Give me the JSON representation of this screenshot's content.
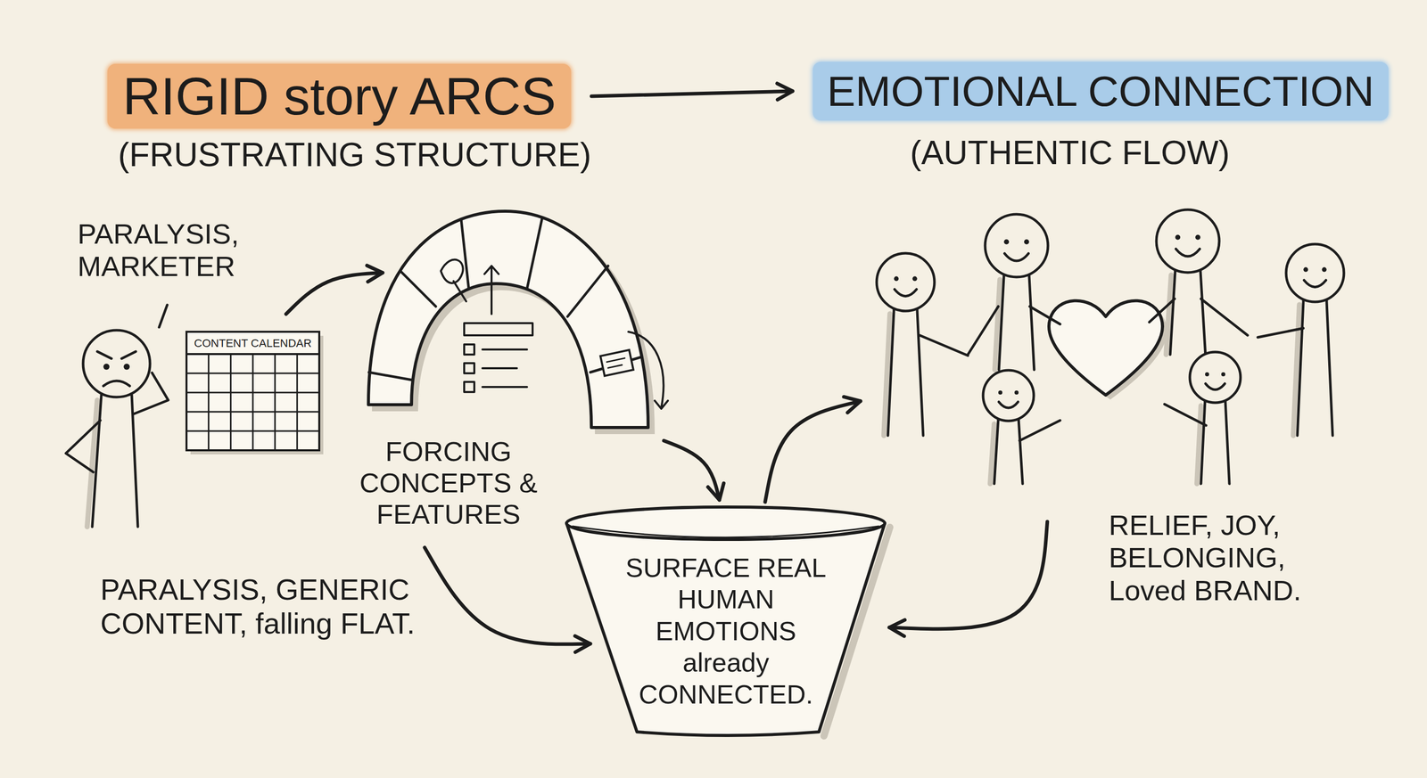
{
  "diagram": {
    "nodes": [
      {
        "text": [
          "RIGID story ARCS",
          "(FRUSTRATING STRUCTURE)"
        ]
      },
      {
        "text": [
          "EMOTIONAL CONNECTION",
          "(AUTHENTIC FLOW)"
        ]
      },
      {
        "text": [
          "PARALYSIS, MARKETER"
        ]
      },
      {
        "text": [
          "CONTENT CALENDAR"
        ]
      },
      {
        "text": [
          "FORCING CONCEPTS & FEATURES"
        ]
      },
      {
        "text": [
          "PARALYSIS, GENERIC CONTENT, falling FLAT."
        ]
      },
      {
        "text": [
          "SURFACE REAL HUMAN EMOTIONS already CONNECTED."
        ]
      },
      {
        "text": [
          "RELIEF, JOY, BELONGING, Loved BRAND."
        ]
      }
    ],
    "edges": [
      {
        "from": 0,
        "to": 1,
        "arrow": "to"
      },
      {
        "from": 3,
        "to": 4,
        "arrow": "to"
      },
      {
        "from": 4,
        "to": 6,
        "arrow": "to"
      },
      {
        "from": 5,
        "to": 6,
        "arrow": "to"
      },
      {
        "from": 6,
        "to": 7,
        "arrow": "to"
      },
      {
        "from": 7,
        "to": 6,
        "arrow": "to"
      }
    ]
  }
}
